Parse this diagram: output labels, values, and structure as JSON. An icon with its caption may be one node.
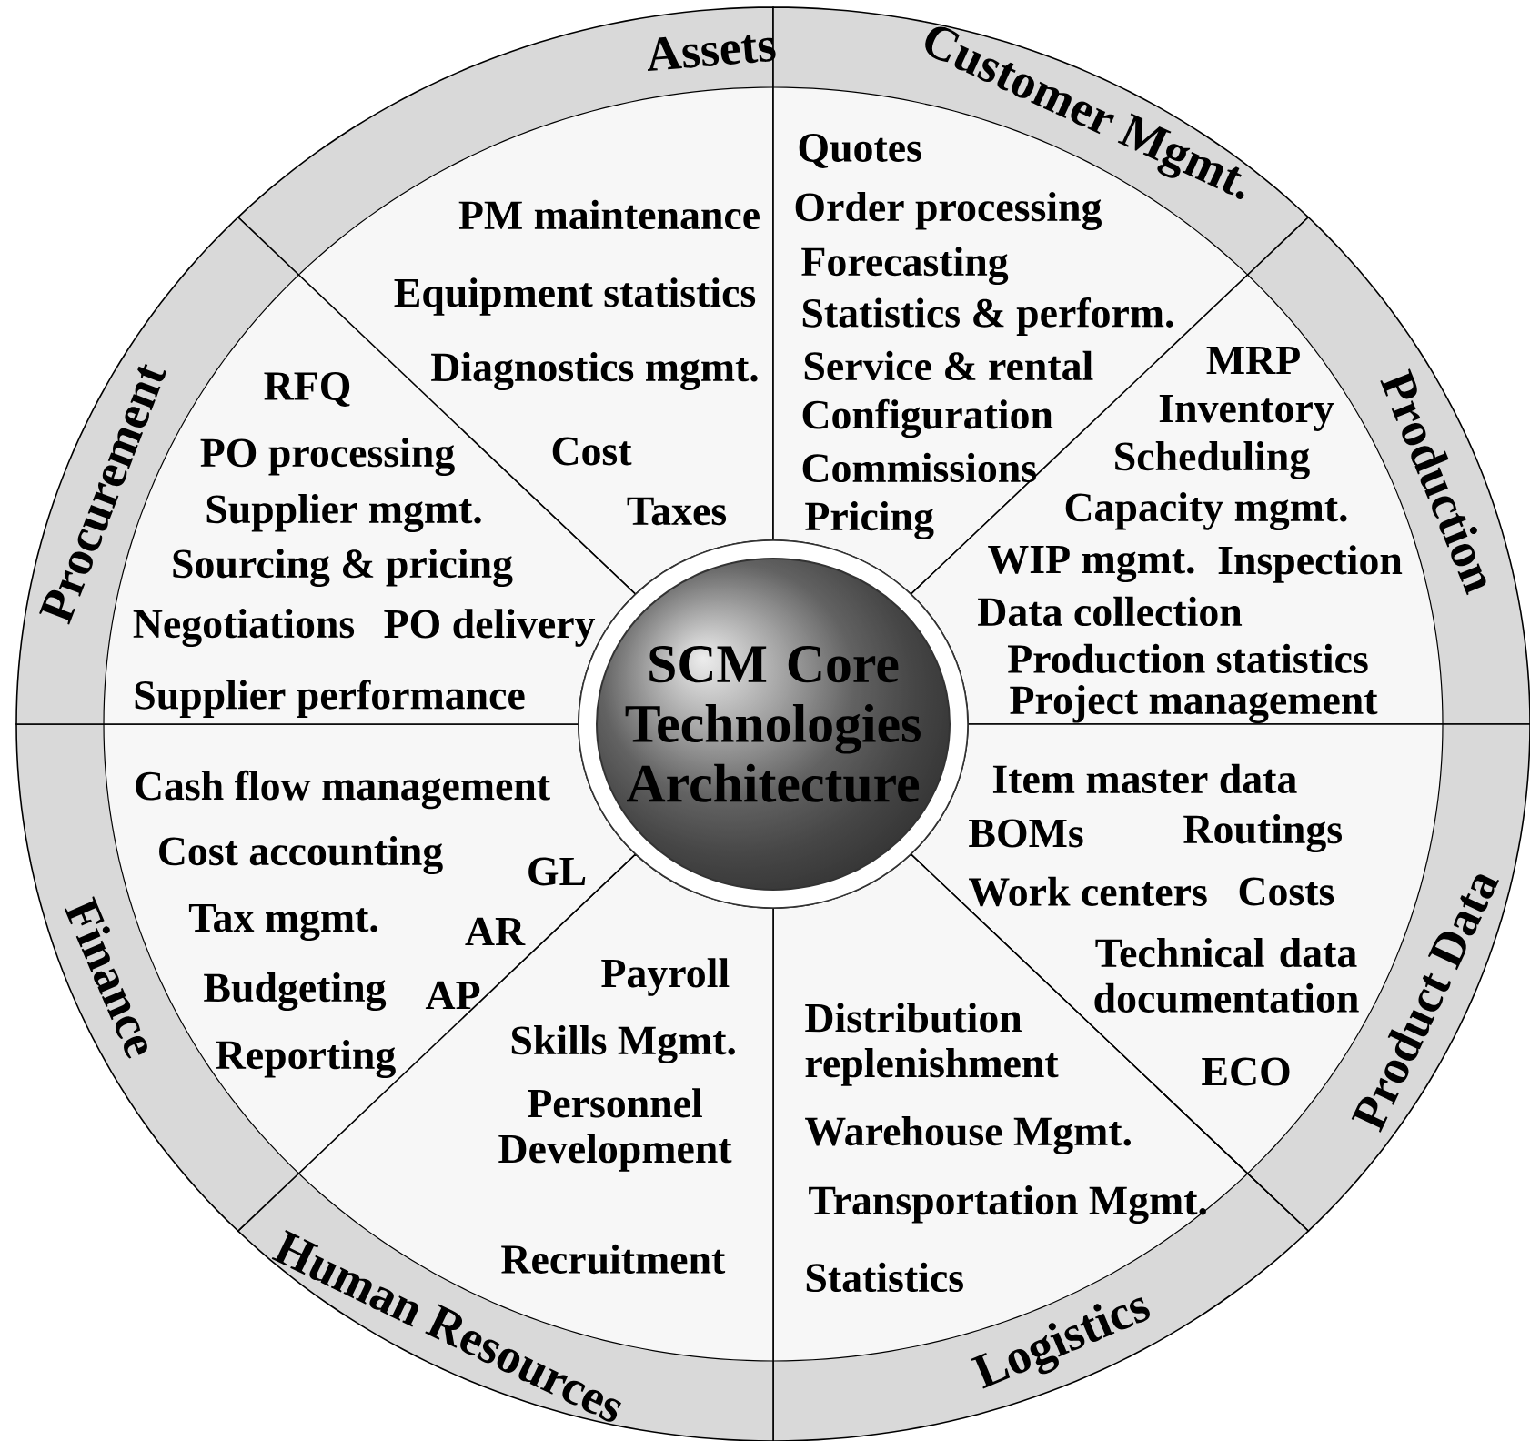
{
  "diagram": {
    "nodes": [
      {
        "text": [
          "SCM Core Technologies Architecture"
        ]
      },
      {
        "text": [
          "Assets",
          "PM maintenance",
          "Equipment statistics",
          "Diagnostics mgmt.",
          "Cost",
          "Taxes"
        ]
      },
      {
        "text": [
          "Customer Mgmt.",
          "Quotes",
          "Order processing",
          "Forecasting",
          "Statistics & perform.",
          "Service & rental",
          "Configuration",
          "Commissions",
          "Pricing"
        ]
      },
      {
        "text": [
          "Production",
          "MRP",
          "Inventory",
          "Scheduling",
          "Capacity mgmt.",
          "WIP mgmt.",
          "Inspection",
          "Data collection",
          "Production statistics",
          "Project management"
        ]
      },
      {
        "text": [
          "Product Data",
          "Item master data",
          "BOMs",
          "Routings",
          "Work centers",
          "Costs",
          "Technical data documentation",
          "ECO"
        ]
      },
      {
        "text": [
          "Logistics",
          "Distribution replenishment",
          "Warehouse Mgmt.",
          "Transportation Mgmt.",
          "Statistics"
        ]
      },
      {
        "text": [
          "Human Resources",
          "Payroll",
          "Skills Mgmt.",
          "Personnel Development",
          "Recruitment"
        ]
      },
      {
        "text": [
          "Finance",
          "Cash flow management",
          "Cost accounting",
          "GL",
          "Tax mgmt.",
          "AR",
          "Budgeting",
          "AP",
          "Reporting"
        ]
      },
      {
        "text": [
          "Procurement",
          "RFQ",
          "PO processing",
          "Supplier mgmt.",
          "Sourcing & pricing",
          "Negotiations",
          "PO delivery",
          "Supplier performance"
        ]
      }
    ]
  }
}
